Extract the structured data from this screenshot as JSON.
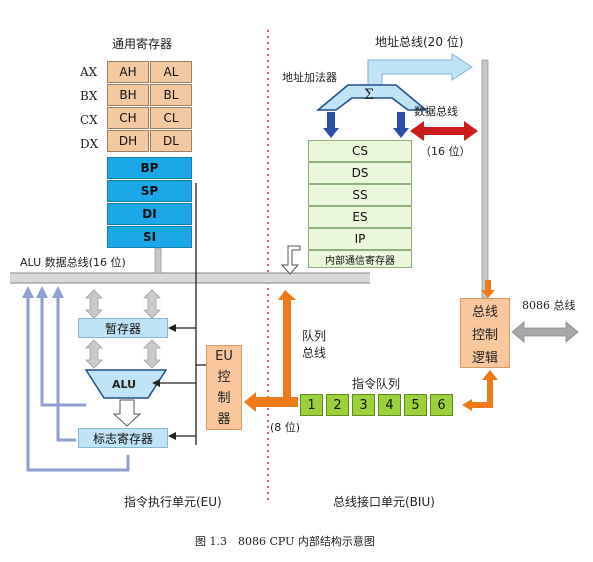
{
  "eu": {
    "gen_reg_title": "通用寄存器",
    "row_labels": [
      "AX",
      "BX",
      "CX",
      "DX"
    ],
    "high_regs": [
      "AH",
      "BH",
      "CH",
      "DH"
    ],
    "low_regs": [
      "AL",
      "BL",
      "CL",
      "DL"
    ],
    "pointer_regs": [
      "BP",
      "SP",
      "DI",
      "SI"
    ],
    "alu_bus": "ALU 数据总线(16 位)",
    "temp_reg": "暂存器",
    "alu": "ALU",
    "flag_reg": "标志寄存器",
    "eu_control": [
      "EU",
      "控",
      "制",
      "器"
    ],
    "section_label": "指令执行单元(EU)"
  },
  "biu": {
    "addr_bus": "地址总线(20 位)",
    "adder_label": "地址加法器",
    "sigma": "Σ",
    "data_bus": "数据总线",
    "data_bus_width": "（16 位）",
    "seg_regs": [
      "CS",
      "DS",
      "SS",
      "ES",
      "IP"
    ],
    "internal_reg": "内部通信寄存器",
    "queue_bus": [
      "队列",
      "总线"
    ],
    "queue_title": "指令队列",
    "queue_cells": [
      "1",
      "2",
      "3",
      "4",
      "5",
      "6"
    ],
    "width_8": "(8 位)",
    "bus_ctrl": [
      "总线",
      "控制",
      "逻辑"
    ],
    "bus_8086": "8086 总线",
    "section_label": "总线接口单元(BIU)"
  },
  "caption": "图 1.3　8086 CPU 内部结构示意图",
  "colors": {
    "orange_arrow": "#ee7a1a",
    "red_arrow": "#cc1b1b",
    "bus_gray": "#b8b8b8",
    "divider": "#cc2255"
  }
}
